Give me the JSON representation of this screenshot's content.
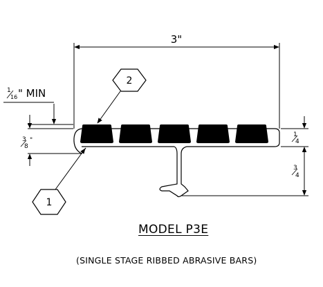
{
  "dimensions": {
    "overall_width": "3\"",
    "min_gap_whole": "1",
    "min_gap_den": "16",
    "min_gap_suffix": "\" MIN",
    "left_height_num": "3",
    "left_height_den": "8",
    "left_height_suffix": "\"",
    "right_top_num": "1",
    "right_top_den": "4",
    "right_bottom_num": "3",
    "right_bottom_den": "4"
  },
  "callouts": {
    "abrasive_bars": "2",
    "nosing_body": "1"
  },
  "caption": {
    "model": "MODEL P3E",
    "description": "(SINGLE STAGE RIBBED ABRASIVE BARS)"
  },
  "abrasive_bar_count": 5
}
